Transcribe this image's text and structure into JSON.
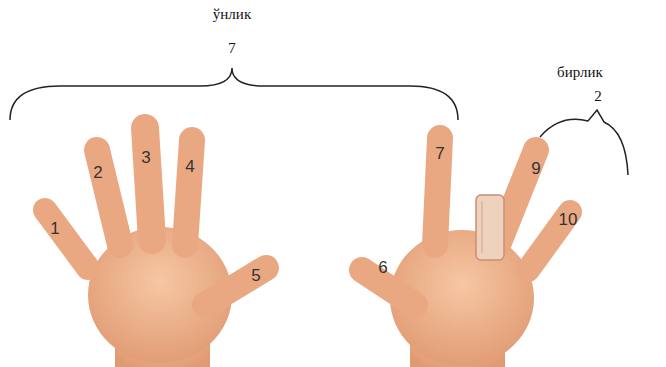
{
  "diagram": {
    "labels": [
      "ўнлик",
      "7",
      "бирлик",
      "2",
      "1",
      "2",
      "3",
      "4",
      "5",
      "6",
      "7",
      "9",
      "10"
    ]
  }
}
